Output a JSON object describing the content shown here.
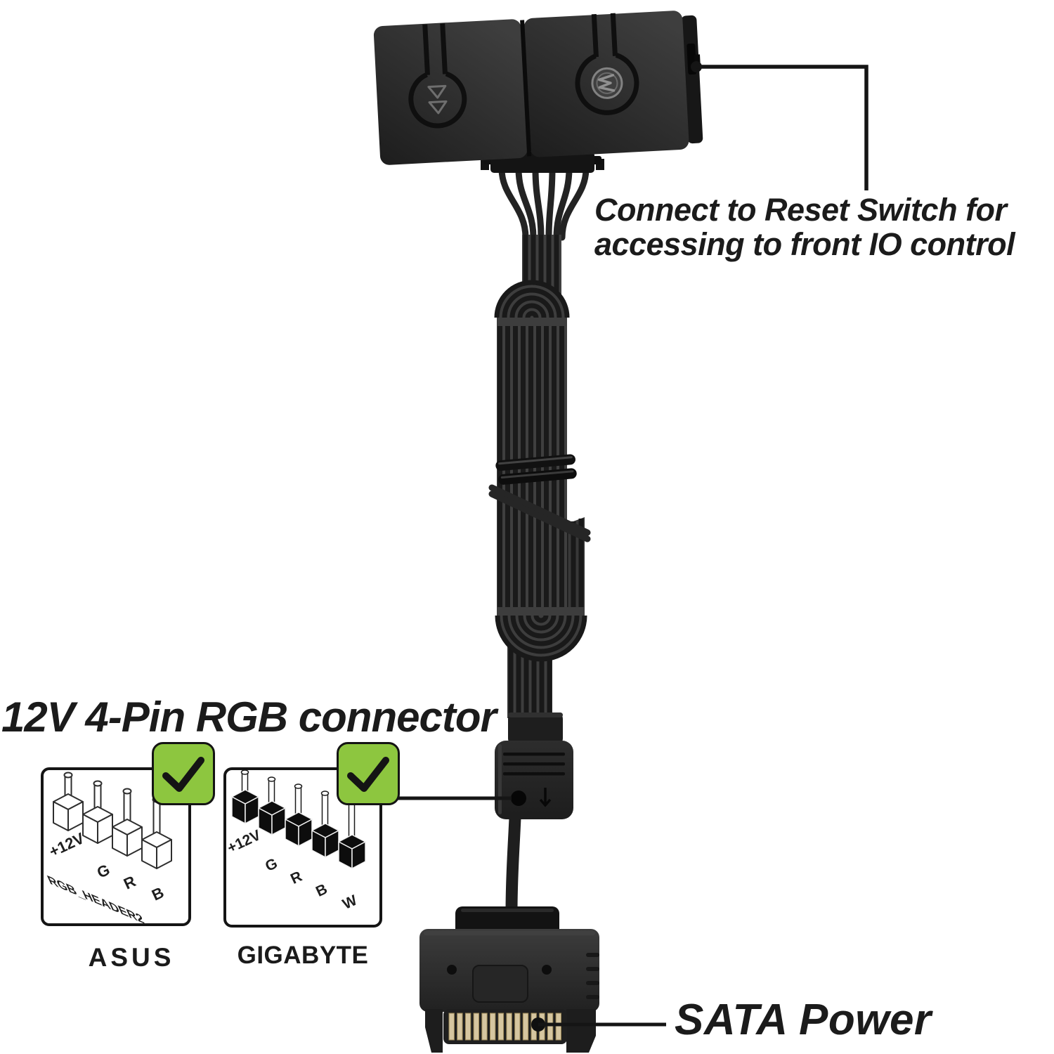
{
  "page": {
    "background": "#ffffff",
    "description": "RGB controller cable annotation diagram"
  },
  "controller": {
    "left_button_icon": "double-down-arrows",
    "right_button_icon": "circled-brand-logo"
  },
  "callouts": {
    "reset_switch": {
      "line1": "Connect to Reset Switch for",
      "line2": "accessing to front IO control"
    },
    "rgb_header_title": "12V 4-Pin RGB connector",
    "sata_power_label": "SATA Power"
  },
  "compatibility": {
    "asus": {
      "brand": "ASUS",
      "pin_labels": [
        "+12V",
        "G",
        "R",
        "B"
      ],
      "header_name": "RGB_HEADER2",
      "compatible": true
    },
    "gigabyte": {
      "brand": "GIGABYTE",
      "pin_labels": [
        "+12V",
        "G",
        "R",
        "B",
        "W"
      ],
      "compatible": true
    }
  },
  "connector_markings": {
    "rgb_plug": "down-arrow"
  },
  "colors": {
    "check_green": "#8dc63f",
    "annotation_black": "#151515",
    "sata_pin_gold": "#d6c6a0",
    "device_body_dark": "#2e2e2e"
  }
}
